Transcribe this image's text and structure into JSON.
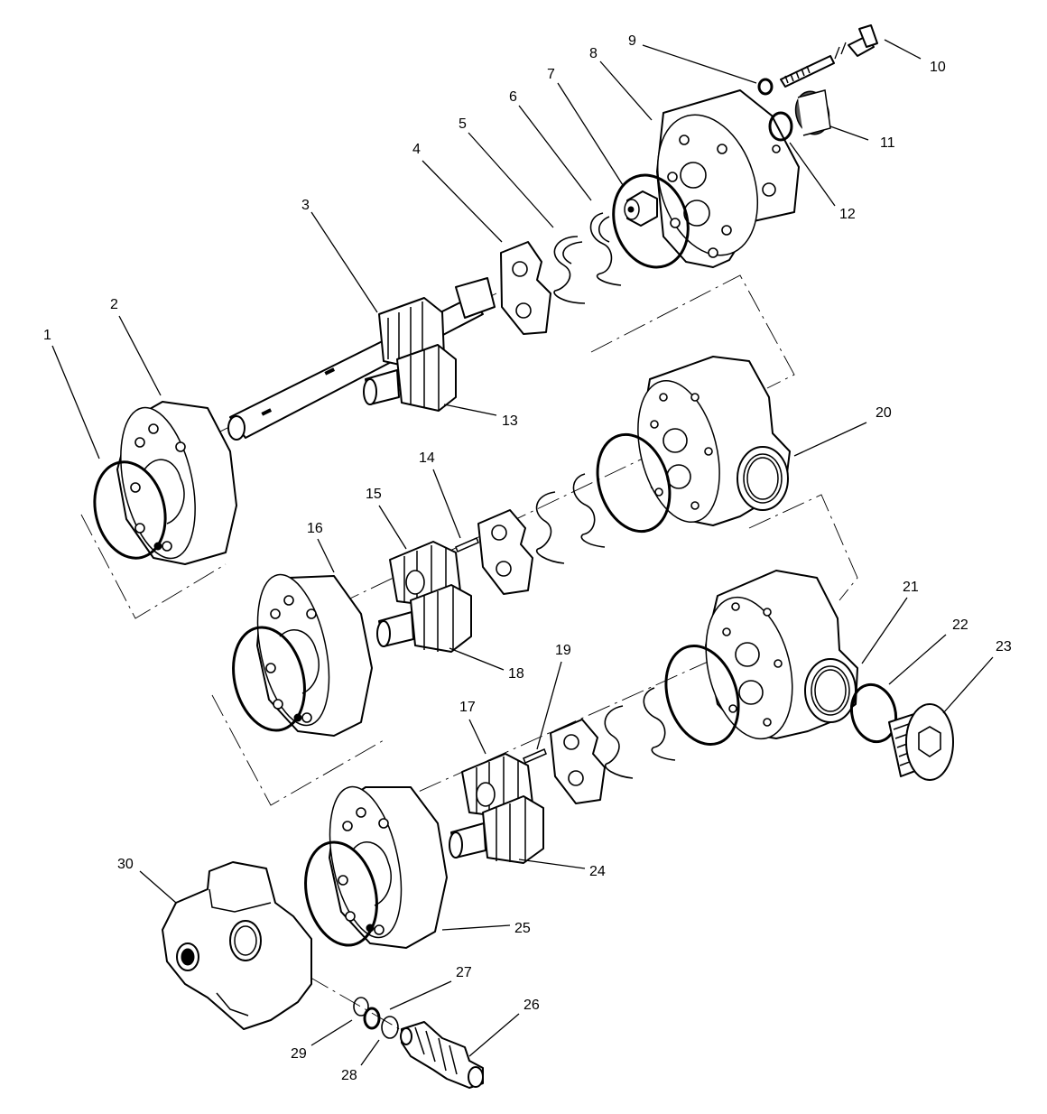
{
  "diagram": {
    "type": "exploded parts view",
    "line_color": "#000000",
    "background": "#ffffff",
    "callouts": [
      {
        "id": "1",
        "label": "1"
      },
      {
        "id": "2",
        "label": "2"
      },
      {
        "id": "3",
        "label": "3"
      },
      {
        "id": "4",
        "label": "4"
      },
      {
        "id": "5",
        "label": "5"
      },
      {
        "id": "6",
        "label": "6"
      },
      {
        "id": "7",
        "label": "7"
      },
      {
        "id": "8",
        "label": "8"
      },
      {
        "id": "9",
        "label": "9"
      },
      {
        "id": "10",
        "label": "10"
      },
      {
        "id": "11",
        "label": "11"
      },
      {
        "id": "12",
        "label": "12"
      },
      {
        "id": "13",
        "label": "13"
      },
      {
        "id": "14",
        "label": "14"
      },
      {
        "id": "15",
        "label": "15"
      },
      {
        "id": "16",
        "label": "16"
      },
      {
        "id": "17",
        "label": "17"
      },
      {
        "id": "18",
        "label": "18"
      },
      {
        "id": "19",
        "label": "19"
      },
      {
        "id": "20",
        "label": "20"
      },
      {
        "id": "21",
        "label": "21"
      },
      {
        "id": "22",
        "label": "22"
      },
      {
        "id": "23",
        "label": "23"
      },
      {
        "id": "24",
        "label": "24"
      },
      {
        "id": "25",
        "label": "25"
      },
      {
        "id": "26",
        "label": "26"
      },
      {
        "id": "27",
        "label": "27"
      },
      {
        "id": "28",
        "label": "28"
      },
      {
        "id": "29",
        "label": "29"
      },
      {
        "id": "30",
        "label": "30"
      }
    ]
  }
}
